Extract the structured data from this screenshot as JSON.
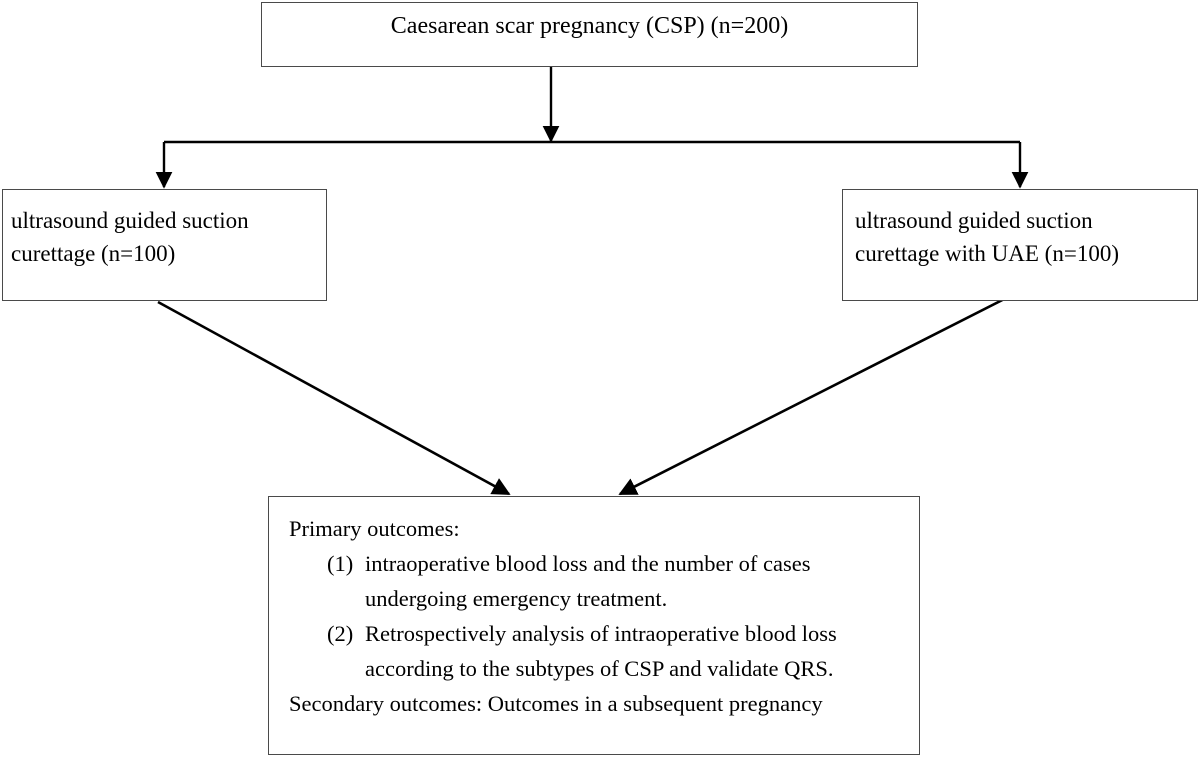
{
  "diagram": {
    "title": "Caesarean scar pregnancy study flow diagram",
    "line_color": "#000000",
    "box_border_color": "#4a4a4a",
    "background_color": "#ffffff"
  },
  "nodes": {
    "top": {
      "label": "Caesarean scar pregnancy (CSP) (n=200)"
    },
    "left_arm": {
      "line1": "ultrasound guided suction",
      "line2": "curettage (n=100)"
    },
    "right_arm": {
      "line1": "ultrasound guided suction",
      "line2": "curettage with UAE (n=100)"
    },
    "outcomes": {
      "primary_heading": "Primary outcomes:",
      "items": [
        {
          "marker": "(1)",
          "line1": "intraoperative blood loss and the number of cases",
          "line2": "undergoing emergency treatment."
        },
        {
          "marker": "(2)",
          "line1": "Retrospectively analysis of intraoperative blood loss",
          "line2": "according to the subtypes of CSP and validate QRS."
        }
      ],
      "secondary_line": "Secondary outcomes: Outcomes in a subsequent pregnancy"
    }
  },
  "connectors": [
    {
      "name": "top-to-split",
      "from": "top",
      "to": "split-bar",
      "style": "straight-arrow"
    },
    {
      "name": "split-to-left-arm",
      "from": "split-bar",
      "to": "left_arm",
      "style": "elbow-arrow"
    },
    {
      "name": "split-to-right-arm",
      "from": "split-bar",
      "to": "right_arm",
      "style": "elbow-arrow"
    },
    {
      "name": "left-arm-to-outcomes",
      "from": "left_arm",
      "to": "outcomes",
      "style": "diagonal-arrow"
    },
    {
      "name": "right-arm-to-outcomes",
      "from": "right_arm",
      "to": "outcomes",
      "style": "diagonal-arrow"
    }
  ]
}
